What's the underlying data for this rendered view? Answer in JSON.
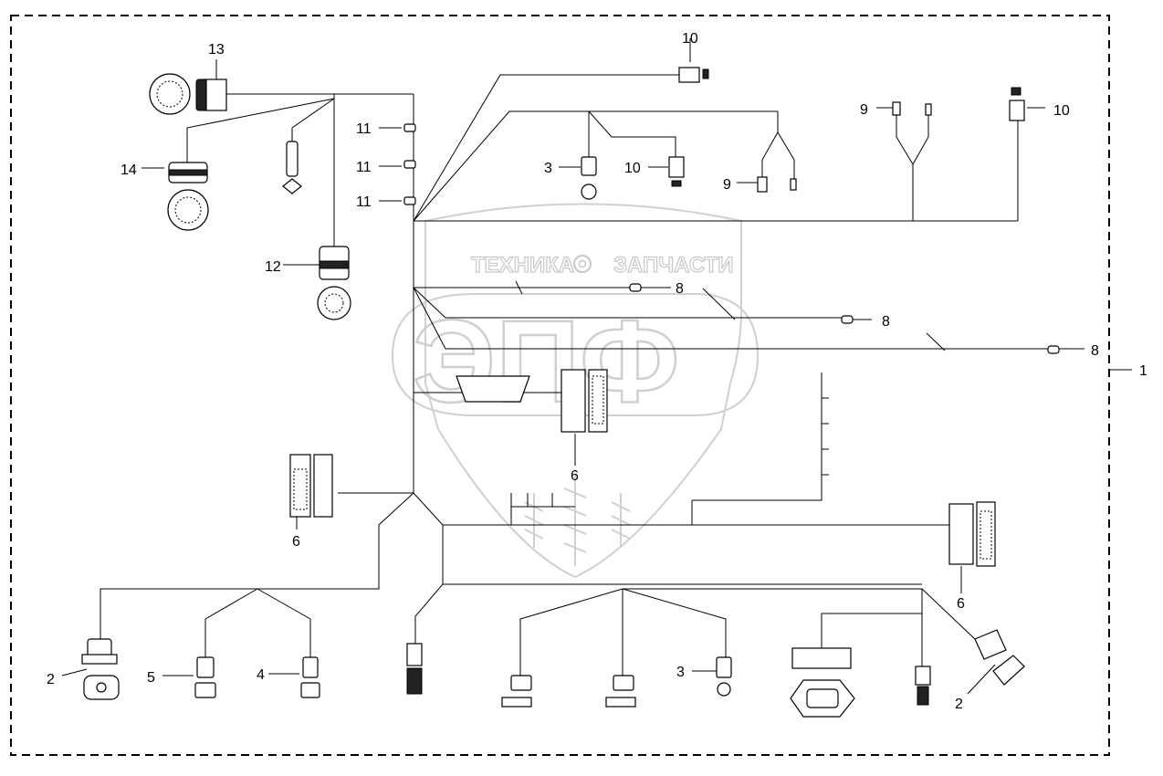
{
  "watermark": {
    "left_text": "ТЕХНИКА",
    "right_text": "ЗАПЧАСТИ",
    "logo_letters": "ЭПФ",
    "gear_icon": "gear-icon"
  },
  "callouts": {
    "c1": "1",
    "c2a": "2",
    "c2b": "2",
    "c3a": "3",
    "c3b": "3",
    "c4": "4",
    "c5": "5",
    "c6a": "6",
    "c6b": "6",
    "c6c": "6",
    "c8a": "8",
    "c8b": "8",
    "c8c": "8",
    "c9a": "9",
    "c9b": "9",
    "c10a": "10",
    "c10b": "10",
    "c10c": "10",
    "c11a": "11",
    "c11b": "11",
    "c11c": "11",
    "c12": "12",
    "c13": "13",
    "c14": "14"
  }
}
